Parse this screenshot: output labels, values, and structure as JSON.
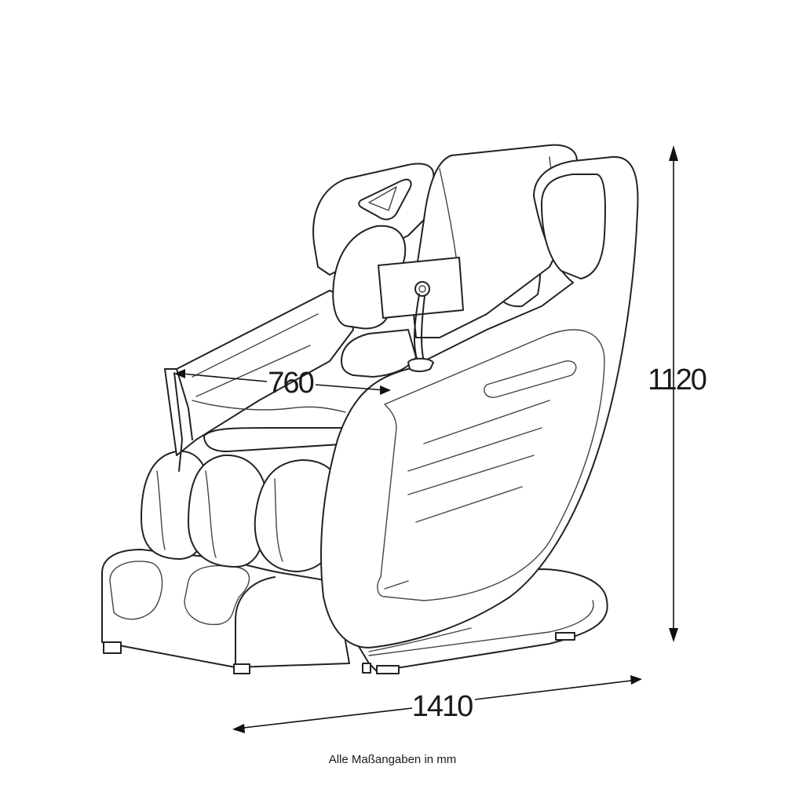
{
  "dimensions": {
    "width": "760",
    "height": "1120",
    "length": "1410"
  },
  "note": "Alle Maßangaben in mm"
}
